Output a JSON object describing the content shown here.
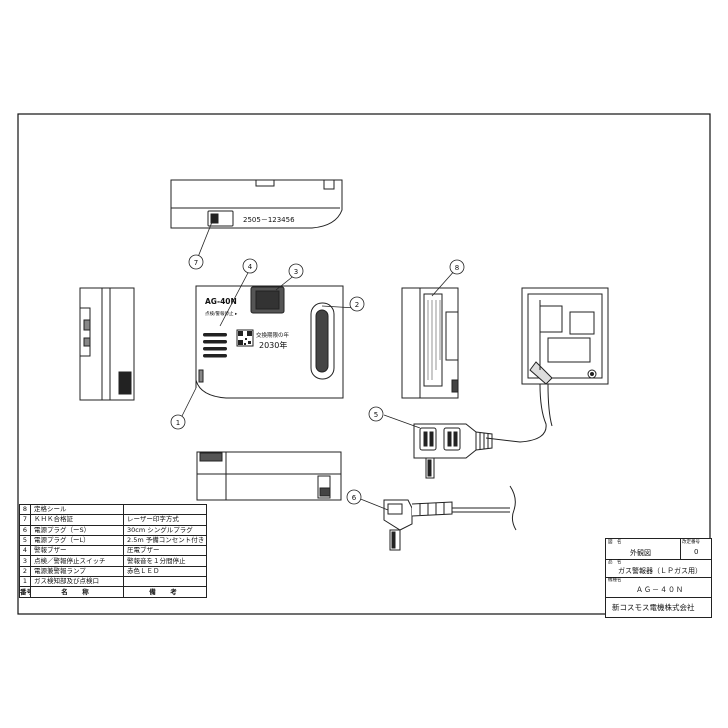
{
  "callouts": [
    "1",
    "2",
    "3",
    "4",
    "5",
    "6",
    "7",
    "8"
  ],
  "device": {
    "model": "AG-40N",
    "switch_label": "点検/警報停止 ▸",
    "replace_label": "交換期限の年",
    "replace_year": "2030年",
    "serial": "2505－123456"
  },
  "parts_table": {
    "header": {
      "num": "番号",
      "name": "名　称",
      "note": "備　考"
    },
    "rows": [
      {
        "num": "8",
        "name": "定格シール",
        "note": ""
      },
      {
        "num": "7",
        "name": "ＫＨＫ合格証",
        "note": "レーザー印字方式"
      },
      {
        "num": "6",
        "name": "電源プラグ（ーS）",
        "note": "30cm シングルプラグ"
      },
      {
        "num": "5",
        "name": "電源プラグ（ーL）",
        "note": "2.5m 予備コンセント付き"
      },
      {
        "num": "4",
        "name": "警報ブザー",
        "note": "圧電ブザー"
      },
      {
        "num": "3",
        "name": "点検／警報停止スイッチ",
        "note": "警報音を１分間停止"
      },
      {
        "num": "2",
        "name": "電源兼警報ランプ",
        "note": "赤色ＬＥＤ"
      },
      {
        "num": "1",
        "name": "ガス検知部及び点検口",
        "note": ""
      }
    ]
  },
  "title_block": {
    "drawing_caption": "図　名",
    "drawing_name": "外観図",
    "revision_caption": "改定番号",
    "revision": "0",
    "product_caption": "品　名",
    "product_name": "ガス警報器（ＬＰガス用）",
    "model_caption": "機種名",
    "model": "ＡＧ－４０Ｎ",
    "company": "新コスモス電機株式会社"
  }
}
